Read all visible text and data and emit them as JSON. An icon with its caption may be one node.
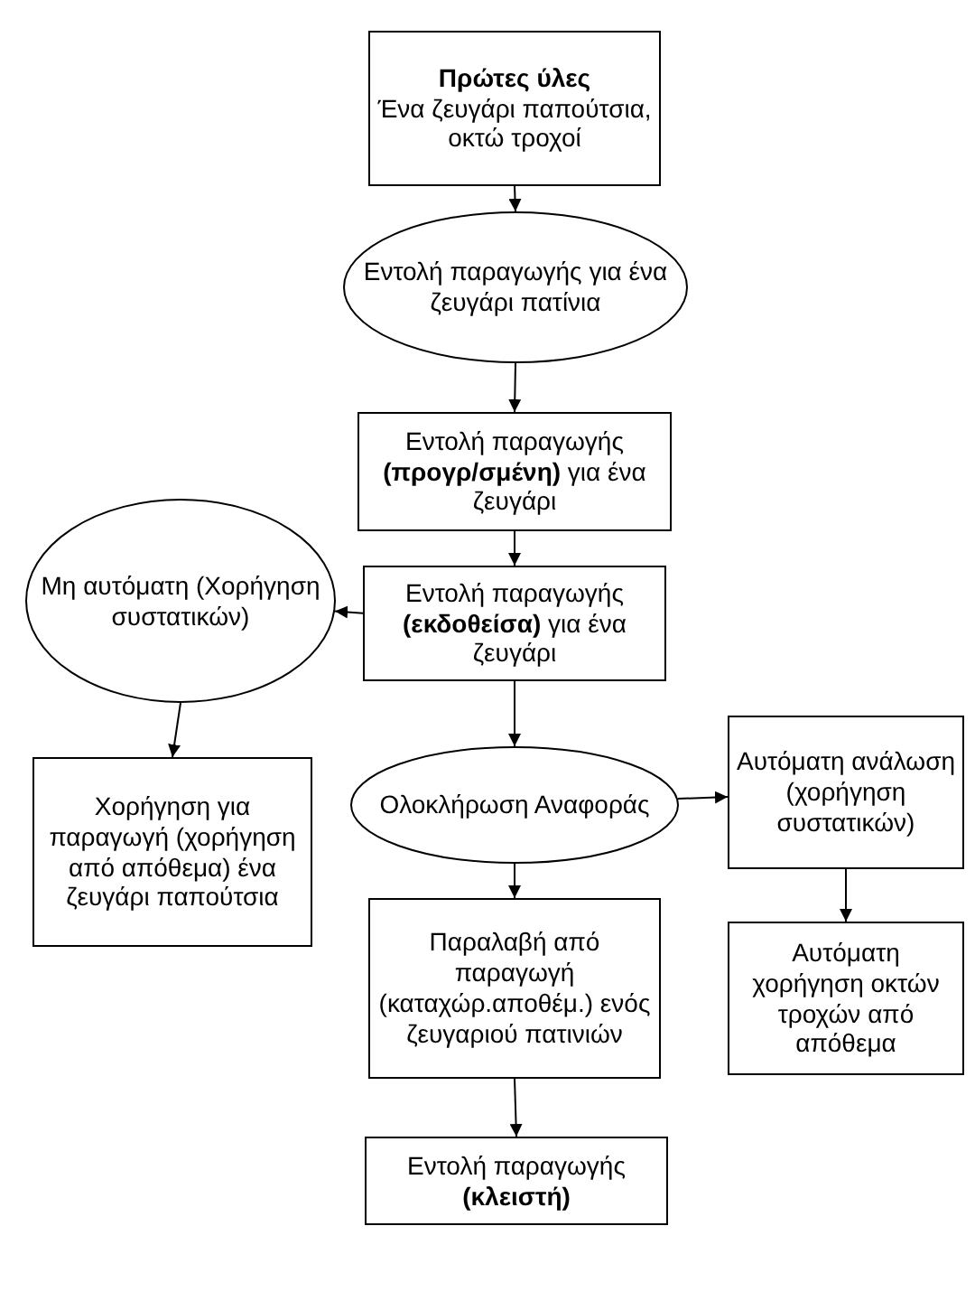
{
  "diagram": {
    "nodes": [
      {
        "text": [
          "Πρώτες ύλες",
          "Ένα ζευγάρι παπούτσια, οκτώ τροχοί"
        ]
      },
      {
        "text": [
          "Εντολή παραγωγής για ένα ζευγάρι πατίνια"
        ]
      },
      {
        "text": [
          "Εντολή παραγωγής **(προγρ/σμένη)** για ένα ζευγάρι"
        ]
      },
      {
        "text": [
          "Εντολή παραγωγής **(εκδοθείσα)** για ένα ζευγάρι"
        ]
      },
      {
        "text": [
          "Μη αυτόματη (Χορήγηση συστατικών)"
        ]
      },
      {
        "text": [
          "Χορήγηση για παραγωγή (χορήγηση από απόθεμα) ένα ζευγάρι παπούτσια"
        ]
      },
      {
        "text": [
          "Ολοκλήρωση Αναφοράς"
        ]
      },
      {
        "text": [
          "Αυτόματη ανάλωση (χορήγηση συστατικών)"
        ]
      },
      {
        "text": [
          "Παραλαβή από παραγωγή (καταχώρ.αποθέμ.) ενός ζευγαριού πατινιών"
        ]
      },
      {
        "text": [
          "Αυτόματη χορήγηση οκτών τροχών από απόθεμα"
        ]
      },
      {
        "text": [
          "Εντολή παραγωγής **(κλειστή)**"
        ]
      }
    ],
    "edges": [
      {
        "from": 0,
        "to": 1,
        "arrow": "to"
      },
      {
        "from": 1,
        "to": 2,
        "arrow": "to"
      },
      {
        "from": 2,
        "to": 3,
        "arrow": "to"
      },
      {
        "from": 3,
        "to": 4,
        "arrow": "to"
      },
      {
        "from": 4,
        "to": 5,
        "arrow": "to"
      },
      {
        "from": 3,
        "to": 6,
        "arrow": "to"
      },
      {
        "from": 6,
        "to": 7,
        "arrow": "to"
      },
      {
        "from": 6,
        "to": 8,
        "arrow": "to"
      },
      {
        "from": 7,
        "to": 9,
        "arrow": "to"
      },
      {
        "from": 8,
        "to": 10,
        "arrow": "to"
      }
    ]
  }
}
